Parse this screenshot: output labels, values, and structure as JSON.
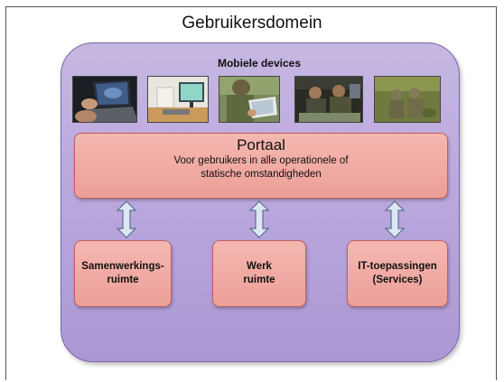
{
  "domain": {
    "title": "Gebruikersdomein"
  },
  "devices": {
    "title": "Mobiele devices",
    "photos": [
      {
        "icon": "laptop-photo-icon"
      },
      {
        "icon": "desktop-monitor-photo-icon"
      },
      {
        "icon": "tablet-soldier-photo-icon"
      },
      {
        "icon": "command-room-photo-icon"
      },
      {
        "icon": "field-soldiers-photo-icon"
      }
    ]
  },
  "portal": {
    "title": "Portaal",
    "subtitle_line1": "Voor gebruikers in alle operationele of",
    "subtitle_line2": "statische omstandigheden"
  },
  "services": [
    {
      "label": "Samenwerkings-\nruimte"
    },
    {
      "label": "Werk\nruimte"
    },
    {
      "label": "IT-toepassingen\n(Services)"
    }
  ],
  "colors": {
    "domain_fill": "#b8a5dc",
    "box_fill": "#ec9f98",
    "arrow_fill": "#dde6f3",
    "arrow_stroke": "#5a6f92"
  }
}
